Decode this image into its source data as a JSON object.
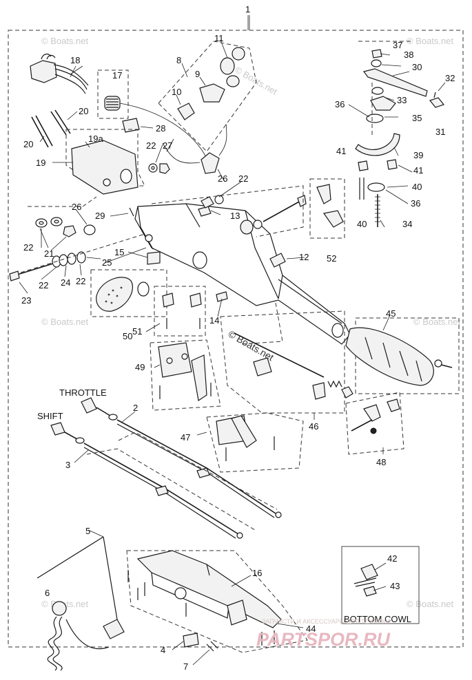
{
  "diagram": {
    "callouts": [
      {
        "id": "c1",
        "text": "1"
      },
      {
        "id": "c2",
        "text": "2"
      },
      {
        "id": "c3",
        "text": "3"
      },
      {
        "id": "c4",
        "text": "4"
      },
      {
        "id": "c5",
        "text": "5"
      },
      {
        "id": "c6",
        "text": "6"
      },
      {
        "id": "c7",
        "text": "7"
      },
      {
        "id": "c8",
        "text": "8"
      },
      {
        "id": "c9",
        "text": "9"
      },
      {
        "id": "c10",
        "text": "10"
      },
      {
        "id": "c11",
        "text": "11"
      },
      {
        "id": "c12",
        "text": "12"
      },
      {
        "id": "c13",
        "text": "13"
      },
      {
        "id": "c14",
        "text": "14"
      },
      {
        "id": "c15",
        "text": "15"
      },
      {
        "id": "c16",
        "text": "16"
      },
      {
        "id": "c17",
        "text": "17"
      },
      {
        "id": "c18",
        "text": "18"
      },
      {
        "id": "c19",
        "text": "19"
      },
      {
        "id": "c19a",
        "text": "19a"
      },
      {
        "id": "c20a",
        "text": "20"
      },
      {
        "id": "c20b",
        "text": "20"
      },
      {
        "id": "c21",
        "text": "21"
      },
      {
        "id": "c22a",
        "text": "22"
      },
      {
        "id": "c22b",
        "text": "22"
      },
      {
        "id": "c22c",
        "text": "22"
      },
      {
        "id": "c22d",
        "text": "22"
      },
      {
        "id": "c22e",
        "text": "22"
      },
      {
        "id": "c23",
        "text": "23"
      },
      {
        "id": "c24",
        "text": "24"
      },
      {
        "id": "c25",
        "text": "25"
      },
      {
        "id": "c26a",
        "text": "26"
      },
      {
        "id": "c26b",
        "text": "26"
      },
      {
        "id": "c27",
        "text": "27"
      },
      {
        "id": "c28",
        "text": "28"
      },
      {
        "id": "c29",
        "text": "29"
      },
      {
        "id": "c30",
        "text": "30"
      },
      {
        "id": "c31",
        "text": "31"
      },
      {
        "id": "c32",
        "text": "32"
      },
      {
        "id": "c33",
        "text": "33"
      },
      {
        "id": "c34",
        "text": "34"
      },
      {
        "id": "c35",
        "text": "35"
      },
      {
        "id": "c36a",
        "text": "36"
      },
      {
        "id": "c36b",
        "text": "36"
      },
      {
        "id": "c37",
        "text": "37"
      },
      {
        "id": "c38",
        "text": "38"
      },
      {
        "id": "c39",
        "text": "39"
      },
      {
        "id": "c40a",
        "text": "40"
      },
      {
        "id": "c40b",
        "text": "40"
      },
      {
        "id": "c41a",
        "text": "41"
      },
      {
        "id": "c41b",
        "text": "41"
      },
      {
        "id": "c42",
        "text": "42"
      },
      {
        "id": "c43",
        "text": "43"
      },
      {
        "id": "c44",
        "text": "44"
      },
      {
        "id": "c45",
        "text": "45"
      },
      {
        "id": "c46",
        "text": "46"
      },
      {
        "id": "c47",
        "text": "47"
      },
      {
        "id": "c48",
        "text": "48"
      },
      {
        "id": "c49",
        "text": "49"
      },
      {
        "id": "c50",
        "text": "50"
      },
      {
        "id": "c51",
        "text": "51"
      },
      {
        "id": "c52",
        "text": "52"
      }
    ],
    "labels": {
      "throttle": "THROTTLE",
      "shift": "SHIFT",
      "bottom_cowl": "BOTTOM COWL"
    },
    "watermark": {
      "text": "© Boats.net",
      "center_text": "© Boats.net",
      "shop_text": "ЗАПЧАСТИ И АКСЕССУАРЫ ДЛЯ ТЕХНИКИ",
      "brand_text": "PARTSPOR.RU"
    }
  }
}
